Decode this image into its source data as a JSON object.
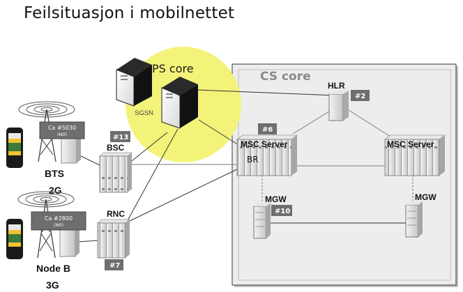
{
  "title": "Feilsituasjon i mobilnettet",
  "ps_core": {
    "label": "PS core",
    "sgsn_label": "SGSN"
  },
  "cs_core": {
    "label": "CS core",
    "hlr_label": "HLR",
    "hlr_badge": "#2",
    "msc_left_label": "MSC Server",
    "msc_left_badge": "#6",
    "msc_right_label": "MSC Server",
    "br_label": "BR",
    "mgw_left_label": "MGW",
    "mgw_left_badge": "#10",
    "mgw_right_label": "MGW"
  },
  "access_2g": {
    "site_label": "BTS",
    "gen_label": "2G",
    "controller_label": "BSC",
    "controller_badge": "#13",
    "capacity_text": "Ca #5030",
    "capacity_sub": "(N0)"
  },
  "access_3g": {
    "site_label": "Node B",
    "gen_label": "3G",
    "controller_label": "RNC",
    "controller_badge": "#7",
    "capacity_text": "Ca #2800",
    "capacity_sub": "(N0)"
  },
  "colors": {
    "ps_core_fill": "#f3f37a",
    "cs_core_fill": "#ededed",
    "badge_fill": "#6e6e6e",
    "server_dark": "#1a1a1a",
    "rack_fill": "#dcdcdc"
  }
}
